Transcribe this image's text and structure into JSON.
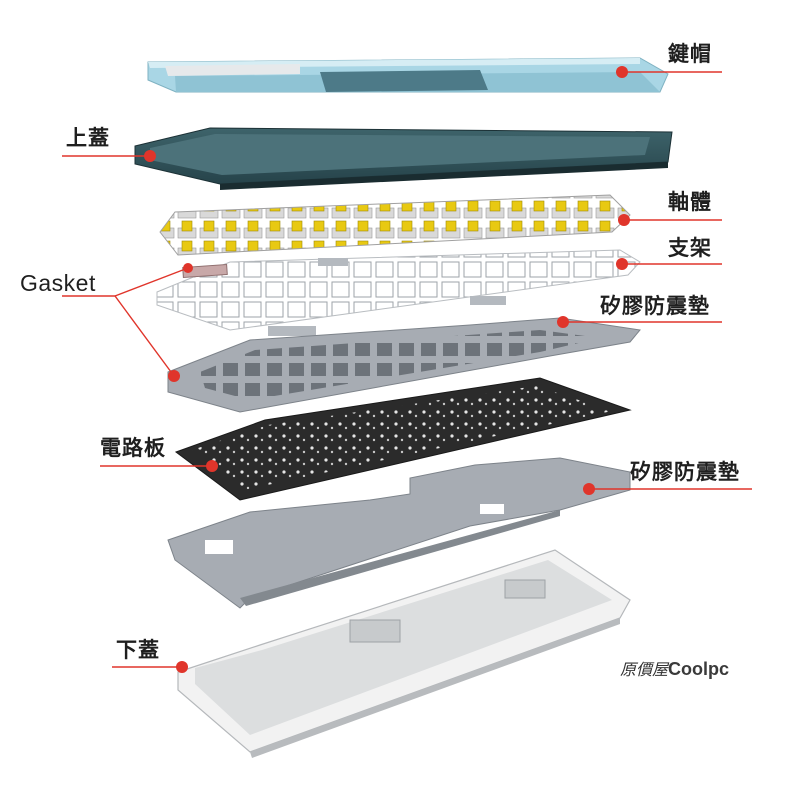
{
  "labels": {
    "keycaps": "鍵帽",
    "top_case": "上蓋",
    "switches": "軸體",
    "plate": "支架",
    "gasket": "Gasket",
    "silicone_pad_1": "矽膠防震墊",
    "pcb": "電路板",
    "silicone_pad_2": "矽膠防震墊",
    "bottom_case": "下蓋"
  },
  "brand": {
    "prefix": "原價屋",
    "logo": "Coolpc"
  },
  "colors": {
    "marker": "#e0352b",
    "line": "#e0352b",
    "keycap_light": "#a9d6e5",
    "keycap_dark": "#4d7a88",
    "top_case": "#33565d",
    "switch_yellow": "#e8c912",
    "plate": "#efefef",
    "pad": "#a7acb3",
    "pcb": "#2b2b2b",
    "bottom_case": "#f2f2f2"
  }
}
